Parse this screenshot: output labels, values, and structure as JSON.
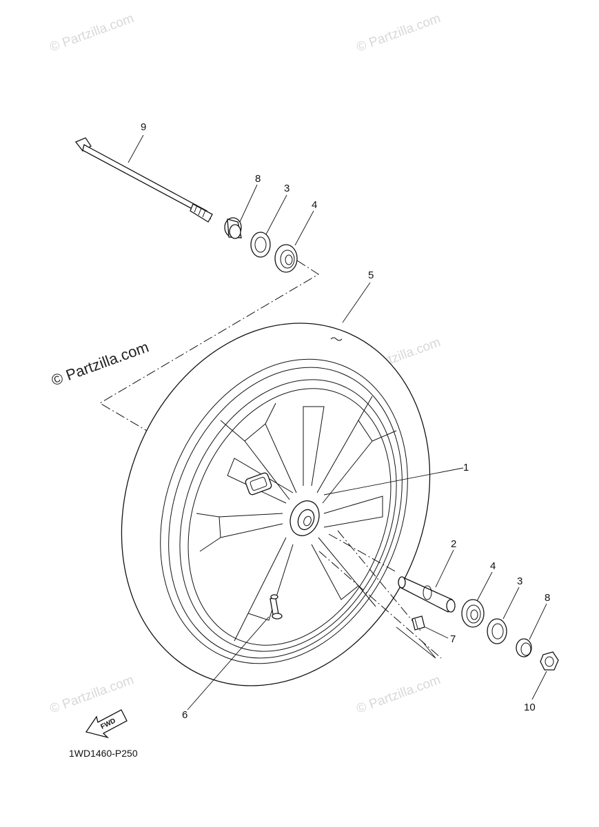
{
  "watermarks": {
    "brand": "© Partzilla.com"
  },
  "diagram_code": "1WD1460-P250",
  "direction_label": "FWD",
  "callouts": {
    "c1": "1",
    "c2": "2",
    "c3a": "3",
    "c3b": "3",
    "c4a": "4",
    "c4b": "4",
    "c5": "5",
    "c6": "6",
    "c7": "7",
    "c8a": "8",
    "c8b": "8",
    "c9": "9",
    "c10": "10"
  }
}
